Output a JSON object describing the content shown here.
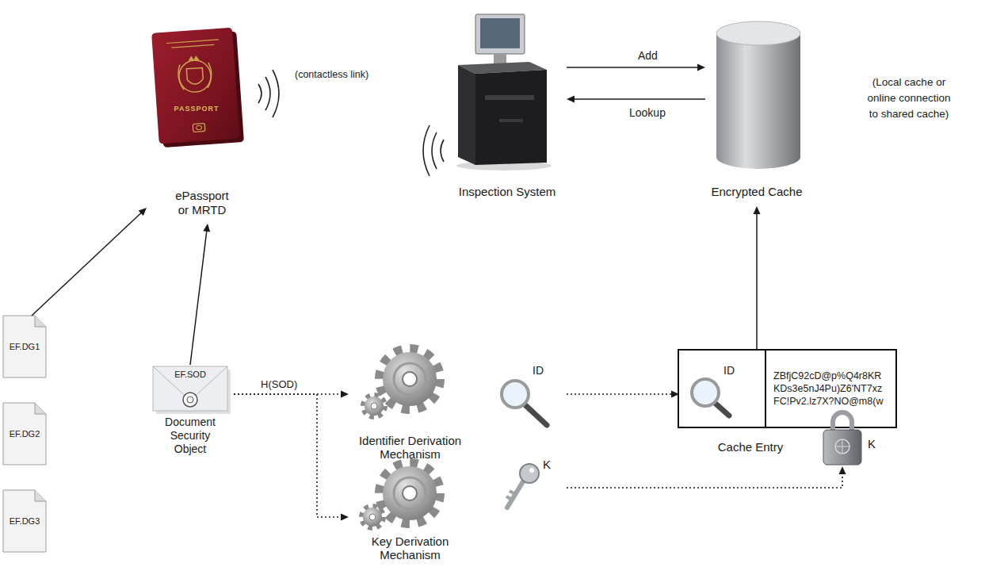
{
  "diagram": {
    "nodes": [
      {
        "text": [
          "ePassport or MRTD"
        ]
      },
      {
        "text": [
          "Inspection System"
        ]
      },
      {
        "text": [
          "Encrypted Cache"
        ]
      },
      {
        "text": [
          "EF.DG1"
        ]
      },
      {
        "text": [
          "EF.DG2"
        ]
      },
      {
        "text": [
          "EF.DG3"
        ]
      },
      {
        "text": [
          "EF.SOD",
          "Document Security Object"
        ]
      },
      {
        "text": [
          "Identifier Derivation Mechanism"
        ]
      },
      {
        "text": [
          "Key Derivation Mechanism"
        ]
      },
      {
        "text": [
          "Cache Entry"
        ]
      },
      {
        "text": [
          "ID"
        ],
        "in": 9
      },
      {
        "text": [
          "ZBfjC92cD@p%Q4r8KR KDs3e5nJ4Pu)Z6'NT7xz FC!Pv2.lz7X?NO@m8(w"
        ],
        "in": 9
      },
      {
        "text": [
          "K"
        ]
      }
    ],
    "edges": [
      {
        "from": 3,
        "to": 0,
        "arrow": "to"
      },
      {
        "from": 6,
        "to": 0,
        "arrow": "to"
      },
      {
        "from": 1,
        "to": 2,
        "label": "Add",
        "arrow": "to"
      },
      {
        "from": 2,
        "to": 1,
        "label": "Lookup",
        "arrow": "to"
      },
      {
        "from": 6,
        "to": 7,
        "label": "H(SOD)",
        "arrow": "to"
      },
      {
        "from": 6,
        "to": 8,
        "arrow": "to"
      },
      {
        "from": 7,
        "to": 10,
        "arrow": "to"
      },
      {
        "from": 8,
        "to": 12,
        "arrow": "to"
      },
      {
        "from": 9,
        "to": 2,
        "arrow": "to"
      }
    ],
    "labels": [
      "PASSPORT",
      "(contactless link)",
      "(Local cache or online connection to shared cache)",
      "ID",
      "K"
    ]
  }
}
